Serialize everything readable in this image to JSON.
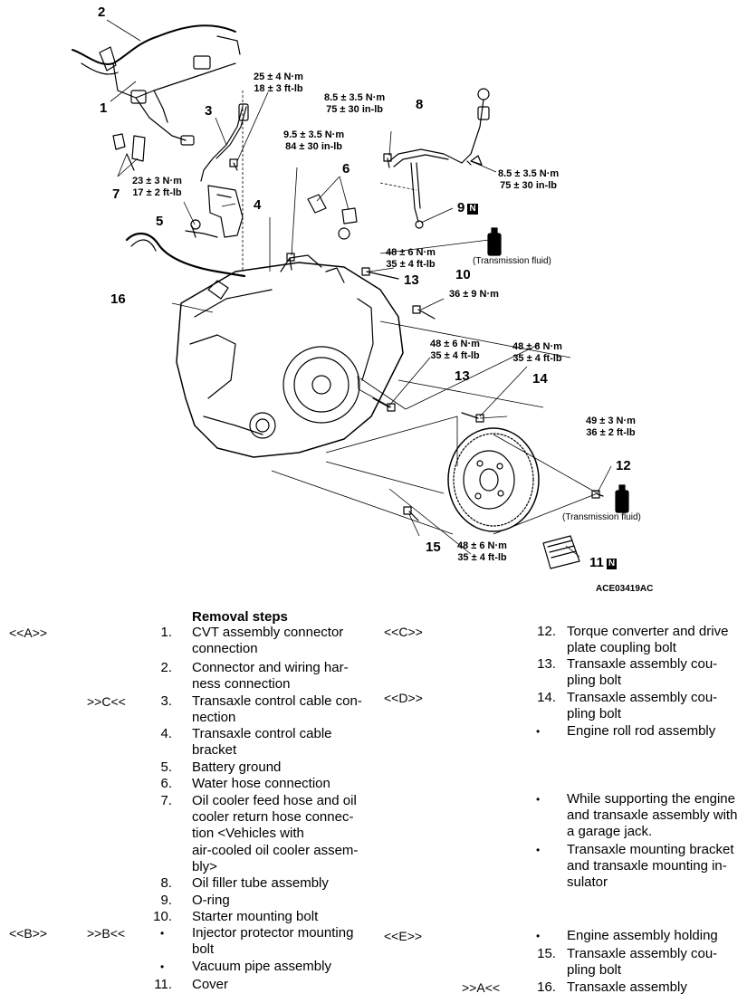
{
  "figure": {
    "callouts": [
      "1",
      "2",
      "3",
      "4",
      "5",
      "6",
      "7",
      "8",
      "9",
      "10",
      "11",
      "12",
      "13",
      "13",
      "14",
      "15",
      "16"
    ],
    "torques": {
      "t25": [
        "25 ± 4 N·m",
        "18 ± 3 ft-lb"
      ],
      "t85a": [
        "8.5 ± 3.5 N·m",
        "75 ± 30 in-lb"
      ],
      "t95": [
        "9.5 ± 3.5 N·m",
        "84 ± 30 in-lb"
      ],
      "t85b": [
        "8.5 ± 3.5 N·m",
        "75 ± 30 in-lb"
      ],
      "t23": [
        "23 ± 3 N·m",
        "17 ± 2 ft-lb"
      ],
      "t48a": [
        "48 ± 6 N·m",
        "35 ± 4 ft-lb"
      ],
      "t36": [
        "36 ± 9 N·m"
      ],
      "t48b": [
        "48 ± 6 N·m",
        "35 ± 4 ft-lb"
      ],
      "t48c": [
        "48 ± 6 N·m",
        "35 ± 4 ft-lb"
      ],
      "t49": [
        "49 ± 3 N·m",
        "36 ± 2 ft-lb"
      ],
      "t48d": [
        "48 ± 6 N·m",
        "35 ± 4 ft-lb"
      ]
    },
    "badge_letter": "N",
    "fluid_label": "(Transmission fluid)",
    "figure_code": "ACE03419AC"
  },
  "removal": {
    "title": "Removal steps",
    "left_steps": [
      {
        "ref1": "<<A>>",
        "ref2": "",
        "num": "1.",
        "text": [
          "CVT assembly connector",
          "connection"
        ]
      },
      {
        "ref1": "",
        "ref2": "",
        "num": "2.",
        "text": [
          "Connector and wiring har-",
          "ness connection"
        ]
      },
      {
        "ref1": "",
        ">>C<<": "",
        "ref2": ">>C<<",
        "num": "3.",
        "text": [
          "Transaxle control cable con-",
          "nection"
        ]
      },
      {
        "ref1": "",
        "ref2": "",
        "num": "4.",
        "text": [
          "Transaxle control cable",
          "bracket"
        ]
      },
      {
        "ref1": "",
        "ref2": "",
        "num": "5.",
        "text": [
          "Battery ground"
        ]
      },
      {
        "ref1": "",
        "ref2": "",
        "num": "6.",
        "text": [
          "Water hose connection"
        ]
      },
      {
        "ref1": "",
        "ref2": "",
        "num": "7.",
        "text": [
          "Oil cooler feed hose and oil",
          "cooler return hose connec-",
          "tion <Vehicles with",
          "air-cooled oil cooler assem-",
          "bly>"
        ]
      },
      {
        "ref1": "",
        "ref2": "",
        "num": "8.",
        "text": [
          "Oil filler tube assembly"
        ]
      },
      {
        "ref1": "",
        "ref2": "",
        "num": "9.",
        "text": [
          "O-ring"
        ]
      },
      {
        "ref1": "",
        "ref2": "",
        "num": "10.",
        "text": [
          "Starter mounting bolt"
        ]
      },
      {
        "ref1": "<<B>>",
        "ref2": ">>B<<",
        "num": "•",
        "text": [
          "Injector protector mounting",
          "bolt"
        ]
      },
      {
        "ref1": "",
        "ref2": "",
        "num": "•",
        "text": [
          "Vacuum pipe assembly"
        ]
      },
      {
        "ref1": "",
        "ref2": "",
        "num": "11.",
        "text": [
          "Cover"
        ]
      }
    ],
    "right_steps": [
      {
        "ref": "<<C>>",
        "num": "12.",
        "text": [
          "Torque converter and drive",
          "plate coupling bolt"
        ]
      },
      {
        "ref": "",
        "num": "13.",
        "text": [
          "Transaxle assembly cou-",
          "pling bolt"
        ]
      },
      {
        "ref": "<<D>>",
        "num": "14.",
        "text": [
          "Transaxle assembly cou-",
          "pling bolt"
        ]
      },
      {
        "ref": "",
        "num": "•",
        "text": [
          "Engine roll rod assembly"
        ]
      },
      {
        "ref": "",
        "num": "•",
        "text": [
          "While supporting the engine",
          "and transaxle assembly with",
          "a garage jack."
        ]
      },
      {
        "ref": "",
        "num": "•",
        "text": [
          "Transaxle mounting bracket",
          "and transaxle mounting in-",
          "sulator"
        ]
      },
      {
        "ref": "<<E>>",
        "num": "•",
        "text": [
          "Engine assembly holding"
        ]
      },
      {
        "ref": "",
        "num": "15.",
        "text": [
          "Transaxle assembly cou-",
          "pling bolt"
        ]
      },
      {
        "ref": ">>A<<",
        "num": "16.",
        "text": [
          "Transaxle assembly"
        ]
      }
    ]
  }
}
